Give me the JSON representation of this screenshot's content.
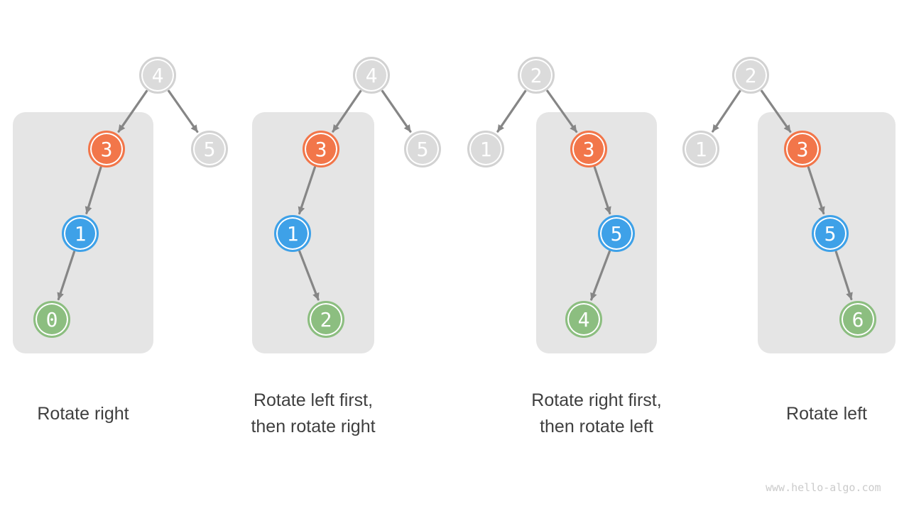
{
  "watermark": "www.hello-algo.com",
  "colors": {
    "node_orange": "#F2764A",
    "node_blue": "#3EA1E8",
    "node_green": "#8CBE80",
    "node_gray_fill": "#DBDBDB",
    "node_gray_border": "#D2D2D2",
    "node_text": "#FFFFFF",
    "highlight_box": "#E5E5E5",
    "edge_arrow": "#868686",
    "caption_text": "#3F3F3F",
    "watermark_text": "#CBCBCB",
    "background": "#FFFFFF"
  },
  "panels": [
    {
      "caption_lines": [
        "Rotate right"
      ],
      "nodes": [
        {
          "value": "4",
          "color": "gray"
        },
        {
          "value": "3",
          "color": "orange"
        },
        {
          "value": "5",
          "color": "gray"
        },
        {
          "value": "1",
          "color": "blue"
        },
        {
          "value": "0",
          "color": "green"
        }
      ],
      "edges": [
        [
          0,
          1
        ],
        [
          0,
          2
        ],
        [
          1,
          3
        ],
        [
          3,
          4
        ]
      ],
      "highlighted_nodes": [
        1,
        3,
        4
      ]
    },
    {
      "caption_lines": [
        "Rotate left first,",
        "then rotate right"
      ],
      "nodes": [
        {
          "value": "4",
          "color": "gray"
        },
        {
          "value": "3",
          "color": "orange"
        },
        {
          "value": "5",
          "color": "gray"
        },
        {
          "value": "1",
          "color": "blue"
        },
        {
          "value": "2",
          "color": "green"
        }
      ],
      "edges": [
        [
          0,
          1
        ],
        [
          0,
          2
        ],
        [
          1,
          3
        ],
        [
          3,
          4
        ]
      ],
      "highlighted_nodes": [
        1,
        3,
        4
      ]
    },
    {
      "caption_lines": [
        "Rotate right first,",
        "then rotate left"
      ],
      "nodes": [
        {
          "value": "2",
          "color": "gray"
        },
        {
          "value": "1",
          "color": "gray"
        },
        {
          "value": "3",
          "color": "orange"
        },
        {
          "value": "5",
          "color": "blue"
        },
        {
          "value": "4",
          "color": "green"
        }
      ],
      "edges": [
        [
          0,
          1
        ],
        [
          0,
          2
        ],
        [
          2,
          3
        ],
        [
          3,
          4
        ]
      ],
      "highlighted_nodes": [
        2,
        3,
        4
      ]
    },
    {
      "caption_lines": [
        "Rotate left"
      ],
      "nodes": [
        {
          "value": "2",
          "color": "gray"
        },
        {
          "value": "1",
          "color": "gray"
        },
        {
          "value": "3",
          "color": "orange"
        },
        {
          "value": "5",
          "color": "blue"
        },
        {
          "value": "6",
          "color": "green"
        }
      ],
      "edges": [
        [
          0,
          1
        ],
        [
          0,
          2
        ],
        [
          2,
          3
        ],
        [
          3,
          4
        ]
      ],
      "highlighted_nodes": [
        2,
        3,
        4
      ]
    }
  ]
}
